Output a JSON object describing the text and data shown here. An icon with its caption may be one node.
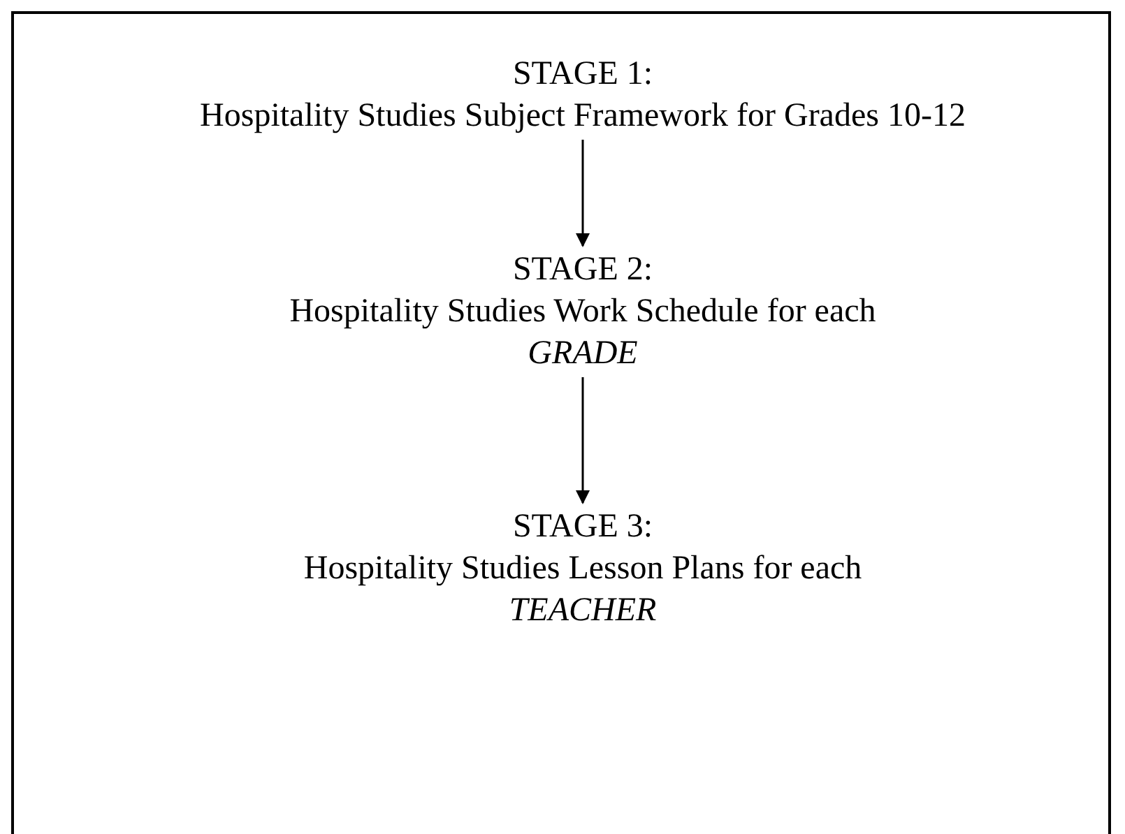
{
  "diagram": {
    "nodes": [
      {
        "text": [
          "STAGE 1:",
          "Hospitality Studies Subject Framework for Grades 10-12"
        ]
      },
      {
        "text": [
          "STAGE 2:",
          "Hospitality Studies Work Schedule for each *GRADE*"
        ]
      },
      {
        "text": [
          "STAGE 3:",
          "Hospitality Studies Lesson Plans for each *TEACHER*"
        ]
      }
    ],
    "edges": [
      {
        "from": 0,
        "to": 1,
        "arrow": "to"
      },
      {
        "from": 1,
        "to": 2,
        "arrow": "to"
      }
    ]
  }
}
